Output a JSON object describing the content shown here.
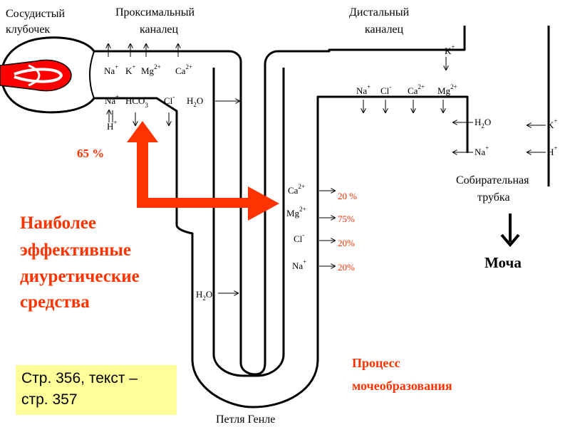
{
  "labels": {
    "glomerulus_1": "Сосудистый",
    "glomerulus_2": "клубочек",
    "proximal_1": "Проксимальный",
    "proximal_2": "каналец",
    "distal_1": "Дистальный",
    "distal_2": "каналец",
    "collecting_1": "Собирательная",
    "collecting_2": "трубка",
    "urine": "Моча",
    "loop": "Петля Генле"
  },
  "ions": {
    "na": "Na",
    "k": "K",
    "mg": "Mg",
    "ca": "Ca",
    "cl": "Cl",
    "h": "H",
    "hco": "HCO",
    "h2o_h": "H",
    "h2o_o": "O",
    "plus": "+",
    "minus": "-",
    "two_plus": "2+",
    "three": "3",
    "two": "2"
  },
  "percents": {
    "proximal": "65 %",
    "ca": "20 %",
    "mg": "75%",
    "cl": "20%",
    "na": "20%"
  },
  "highlight": {
    "line1": "Наиболее",
    "line2": "эффективные",
    "line3": "диуретические",
    "line4": "средства"
  },
  "process": {
    "line1": "Процесс",
    "line2": "мочеобразования"
  },
  "page_ref": {
    "line1": "Стр. 356, текст –",
    "line2": "стр. 357"
  },
  "colors": {
    "accent": "#ff3300",
    "note_bg": "#ffff99",
    "glomerulus_red": "#ff0000"
  }
}
